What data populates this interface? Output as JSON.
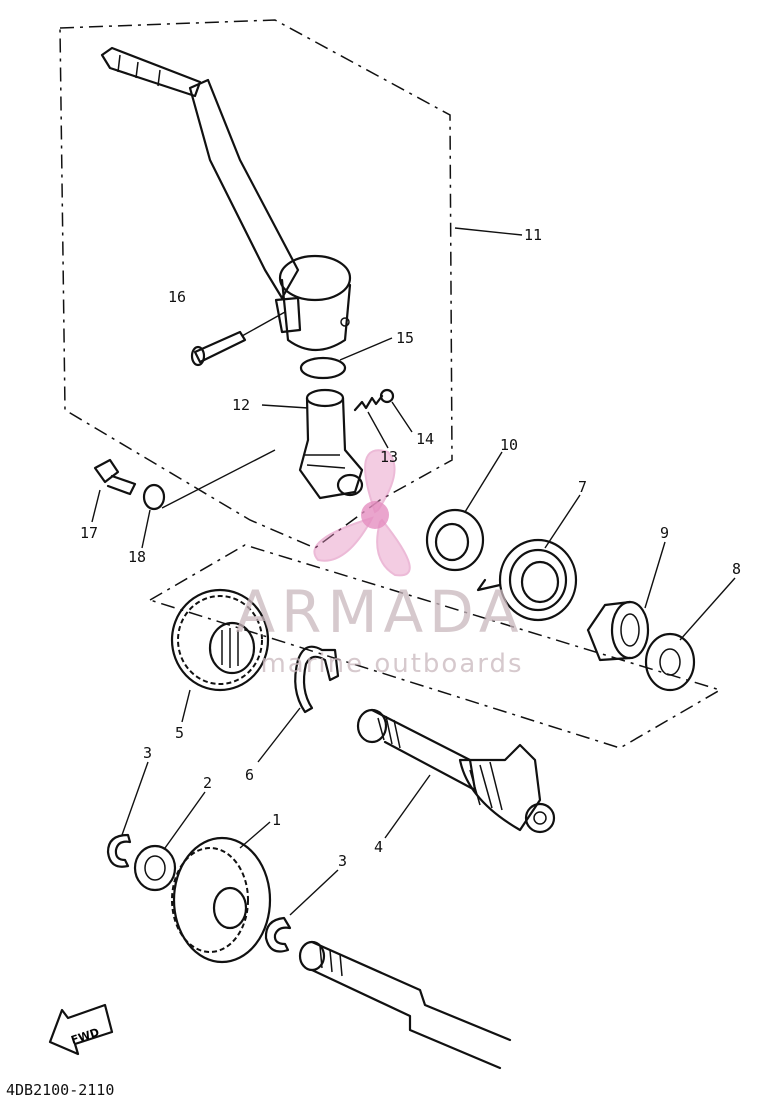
{
  "diagram": {
    "code": "4DB2100-2110",
    "fwd_label": "FWD",
    "watermark": {
      "brand": "ARMADA",
      "tagline": "marine outboards"
    },
    "callouts": {
      "c1": "1",
      "c2": "2",
      "c3a": "3",
      "c3b": "3",
      "c4": "4",
      "c5": "5",
      "c6": "6",
      "c7": "7",
      "c8": "8",
      "c9": "9",
      "c10": "10",
      "c11": "11",
      "c12": "12",
      "c13": "13",
      "c14": "14",
      "c15": "15",
      "c16": "16",
      "c17": "17",
      "c18": "18"
    }
  }
}
